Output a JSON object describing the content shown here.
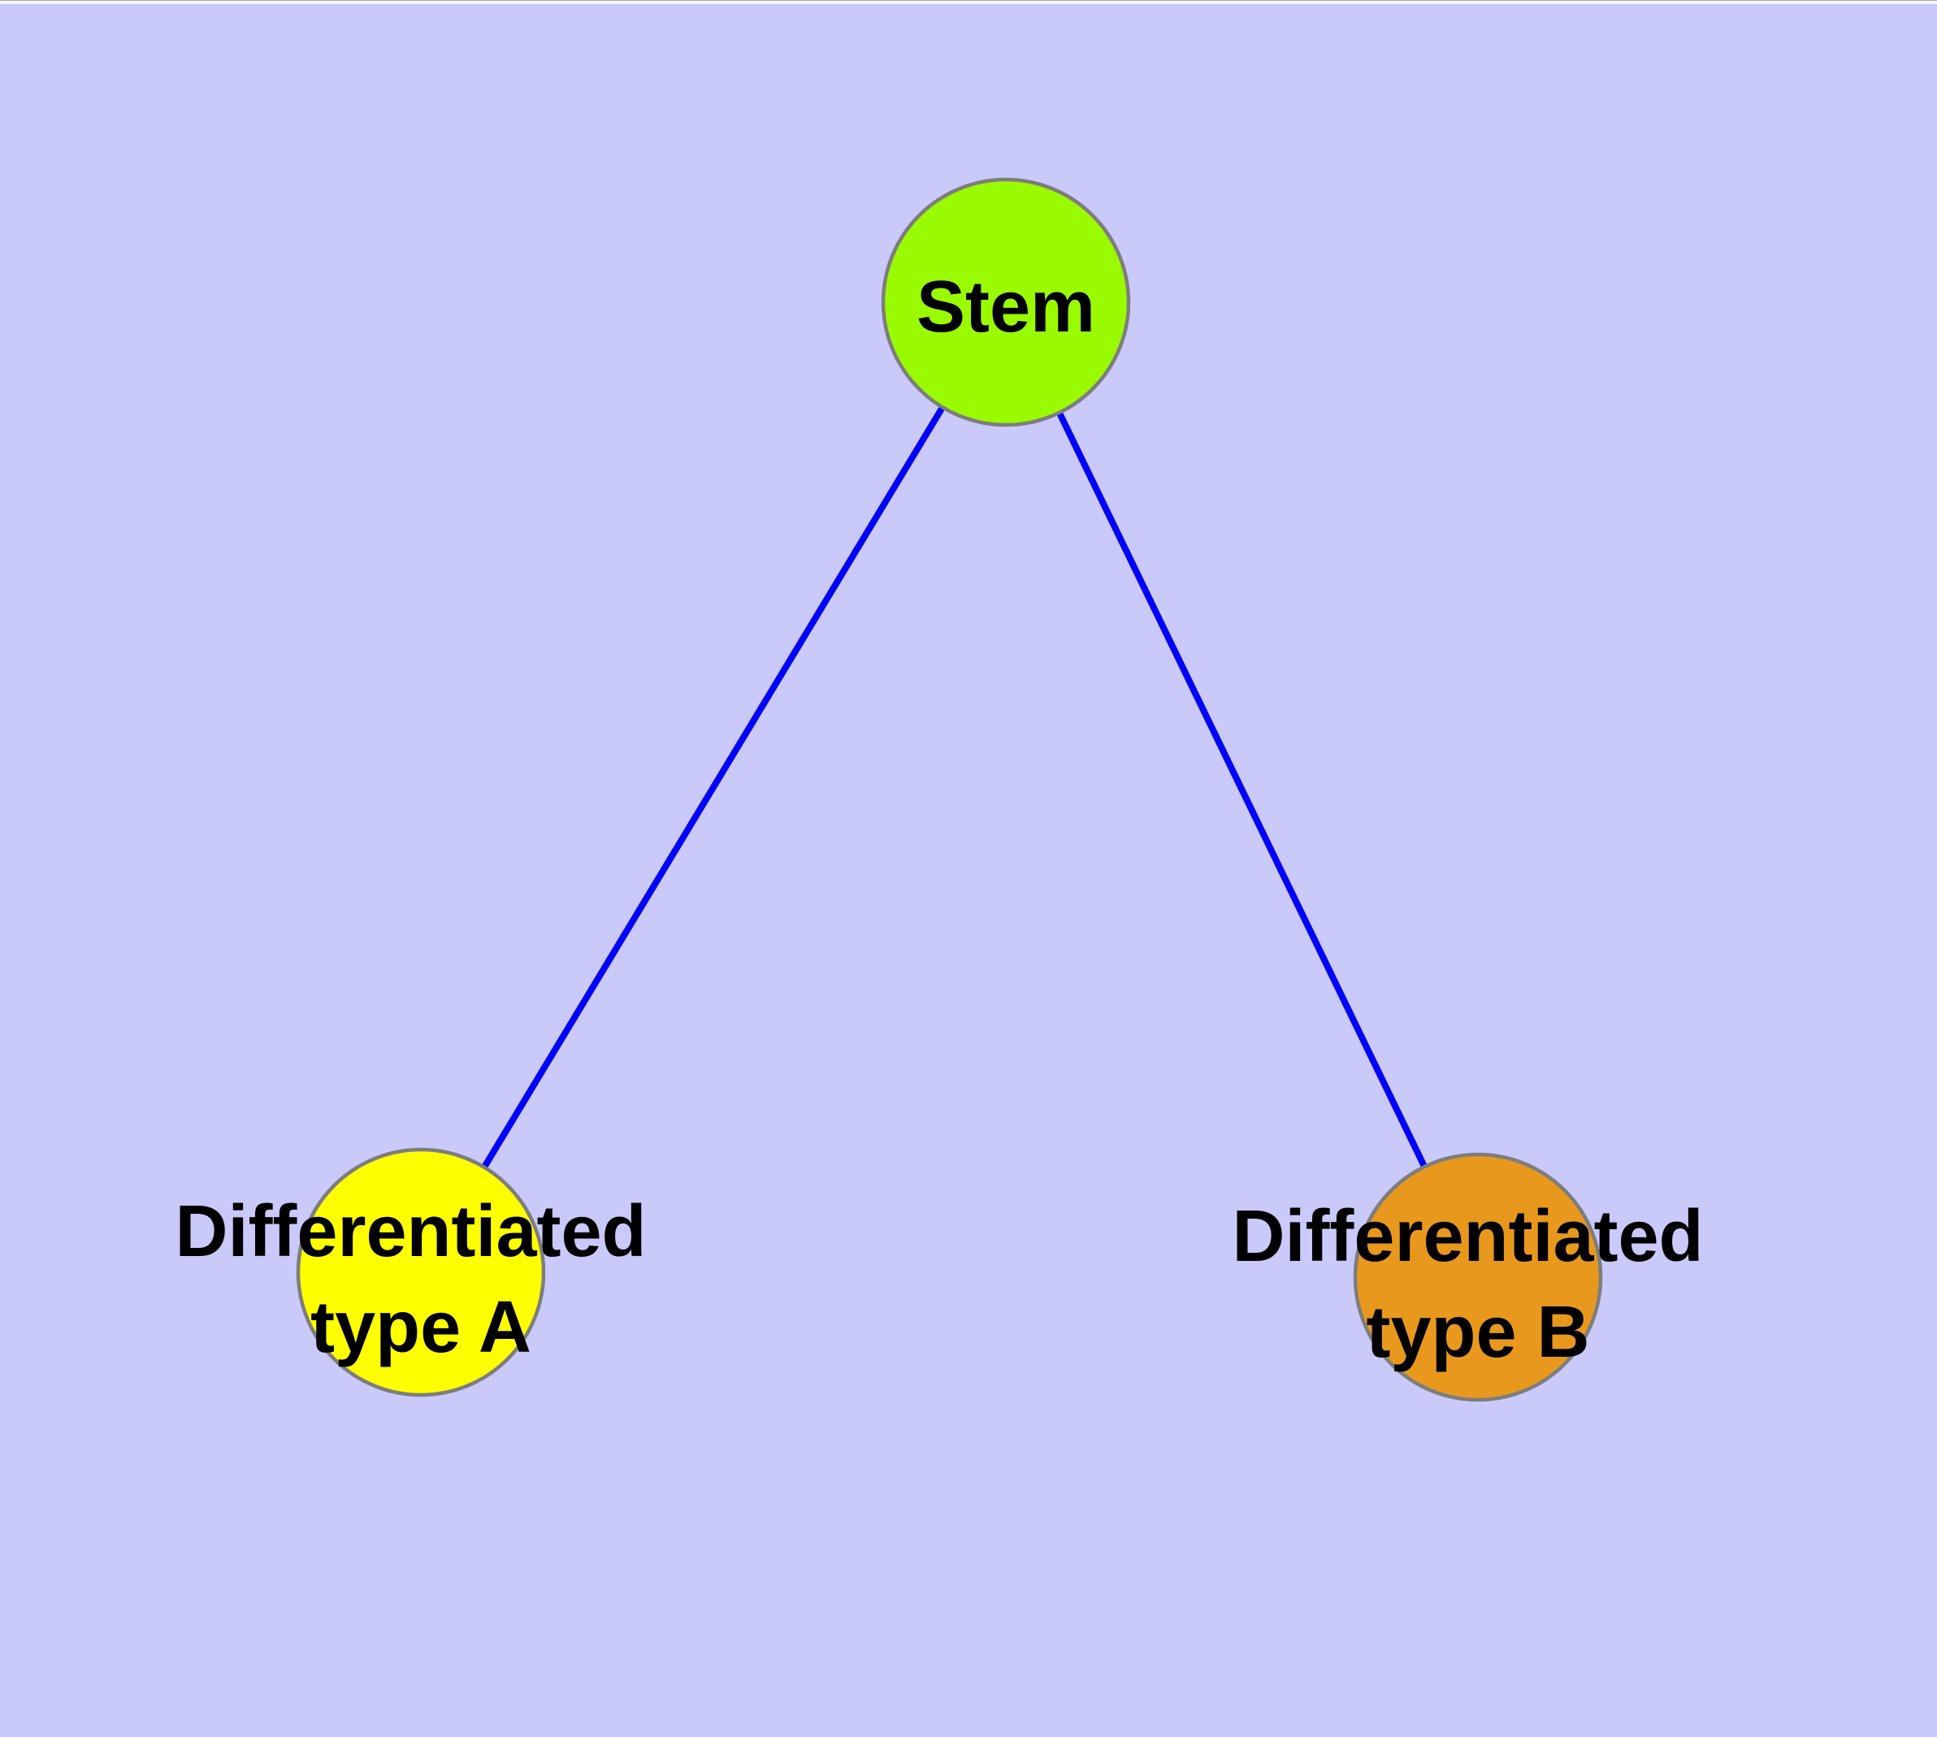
{
  "figure": {
    "background_color": "#c9c9fa",
    "description": "Graph diagram of a stem cell differentiating into two cell types"
  },
  "styles": {
    "node_border_color": "#7d7d7d",
    "edge_color": "#0000fa",
    "label_color": "#000000"
  },
  "nodes": [
    {
      "id": "stem",
      "lines": [
        "Stem"
      ],
      "fill": "#9afb00"
    },
    {
      "id": "differentiated-type-a",
      "lines": [
        "Differentiated",
        "type A"
      ],
      "fill": "#ffff00"
    },
    {
      "id": "differentiated-type-b",
      "lines": [
        "Differentiated",
        "type B"
      ],
      "fill": "#e8991d"
    }
  ],
  "edges": [
    {
      "id": "stem-to-type-a",
      "from": "Stem",
      "to": "Differentiated type A"
    },
    {
      "id": "stem-to-type-b",
      "from": "Stem",
      "to": "Differentiated type B"
    }
  ]
}
